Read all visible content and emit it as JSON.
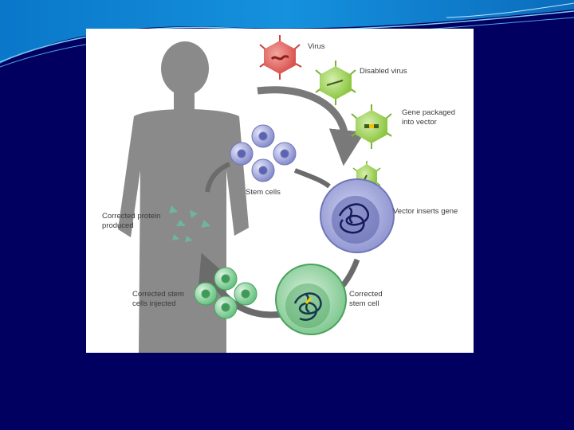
{
  "diagram": {
    "labels": {
      "virus": "Virus",
      "disabled_virus": "Disabled virus",
      "gene_packaged": "Gene packaged\ninto vector",
      "stem_cells": "Stem cells",
      "vector_inserts": "Vector inserts gene",
      "corrected_protein": "Corrected protein\nproduced",
      "corrected_stem_cell": "Corrected\nstem cell",
      "corrected_stem_injected": "Corrected stem\ncells injected"
    },
    "colors": {
      "slide_background": "#010060",
      "virus": "#d9534f",
      "disabled_virus": "#8cc63f",
      "stem_cell": "#7f86c8",
      "corrected_cell": "#5fbf7a",
      "nucleus_dna": "#1a1f6e",
      "cycle_arrow": "#6b6b6b",
      "protein": "#6fb59a"
    }
  }
}
